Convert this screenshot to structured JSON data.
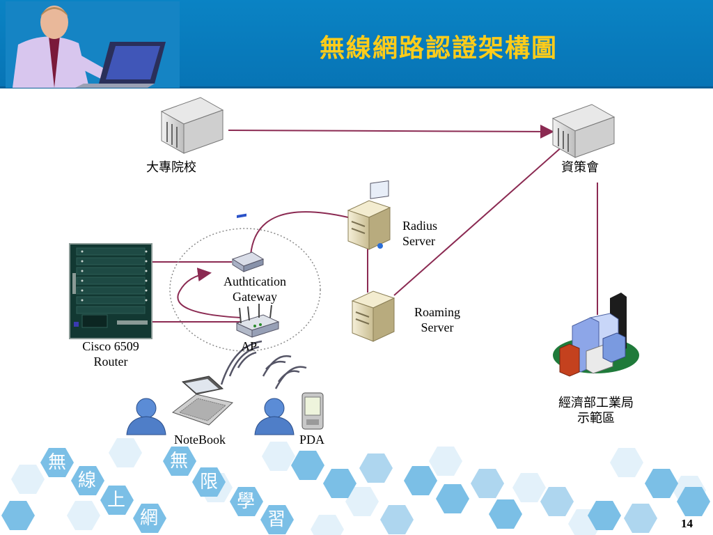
{
  "slide": {
    "title": "無線網路認證架構圖",
    "page_number": "14"
  },
  "nodes": {
    "university": "大專院校",
    "iii": "資策會",
    "radius_server": [
      "Radius",
      "Server"
    ],
    "roaming_server": [
      "Roaming",
      "Server"
    ],
    "gateway": [
      "Authtication",
      "Gateway"
    ],
    "ap": "AP",
    "router": [
      "Cisco 6509",
      "Router"
    ],
    "notebook": "NoteBook",
    "pda": "PDA",
    "demo_zone": [
      "經濟部工業局",
      "示範區"
    ]
  },
  "decor_text": [
    "無",
    "線",
    "上",
    "網",
    "無",
    "限",
    "學",
    "習"
  ],
  "colors": {
    "header": "#0a83c4",
    "title": "#ffcc1a",
    "link": "#8b2a52",
    "hexagon": "#7bbfe6"
  }
}
